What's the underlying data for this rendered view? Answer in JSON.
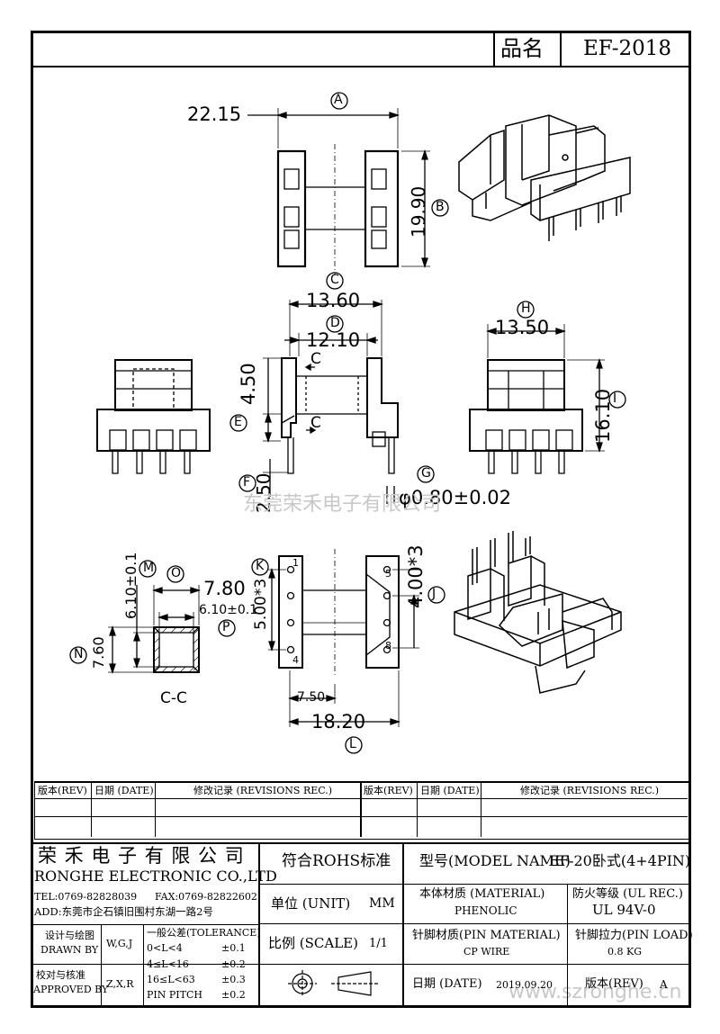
{
  "header": {
    "name_label": "品名",
    "part_no": "EF-2018"
  },
  "dims": {
    "A_val": "22.15",
    "A": "A",
    "B_val": "19.90",
    "B": "B",
    "C_val": "13.60",
    "C": "C",
    "D_val": "12.10",
    "D": "D",
    "E_val": "4.50",
    "E": "E",
    "F_val": "2.50",
    "F": "F",
    "G_val": "φ0.80±0.02",
    "G": "G",
    "H_val": "13.50",
    "H": "H",
    "I_val": "16.10",
    "I": "I",
    "J_val": "4.00*3",
    "J": "J",
    "K_val": "5.00*3",
    "K": "K",
    "L_val": "18.20",
    "L": "L",
    "L_sub": "7.50",
    "M_val": "6.10±0.1",
    "M": "M",
    "N_val": "7.60",
    "N": "N",
    "O_val": "7.80",
    "O": "O",
    "P_val": "6.10±0.1",
    "P": "P",
    "section": "C-C",
    "section_mark": "C",
    "pin1": "1",
    "pin4": "4",
    "pin5": "5",
    "pin8": "8"
  },
  "watermark": {
    "text1": "东莞荣禾电子有限公司",
    "text2": "www.szronghe.cn"
  },
  "revisions": {
    "col_rev": "版本(REV)",
    "col_date": "日期 (DATE)",
    "col_rec": "修改记录 (REVISIONS REC.)"
  },
  "title_block": {
    "company_cn": "荣 禾 电 子 有 限 公 司",
    "company_en": "RONGHE ELECTRONIC CO.,LTD",
    "tel": "TEL:0769-82828039",
    "fax": "FAX:0769-82822602",
    "add": "ADD:东莞市企石镇旧围村东湖一路2号",
    "rohs": "符合ROHS标准",
    "model_label": "型号(MODEL NAME)",
    "model_value": "EF-20卧式(4+4PIN)",
    "unit_label": "单位 (UNIT)",
    "unit_value": "MM",
    "material_label": "本体材质 (MATERIAL)",
    "material_value": "PHENOLIC",
    "ul_label": "防火等级 (UL REC.)",
    "ul_value": "UL 94V-0",
    "design_label": "设计与绘图",
    "drawn_label": "DRAWN BY",
    "drawn_value": "W,G,J",
    "tol_title": "一般公差(TOLERANCE)",
    "tol_r1": "0<L<4",
    "tol_v1": "±0.1",
    "tol_r2": "4≤L<16",
    "tol_v2": "±0.2",
    "tol_r3": "16≤L<63",
    "tol_v3": "±0.3",
    "tol_r4": "PIN PITCH",
    "tol_v4": "±0.2",
    "scale_label": "比例 (SCALE)",
    "scale_value": "1/1",
    "pin_mat_label": "针脚材质(PIN MATERIAL)",
    "pin_mat_value": "CP WIRE",
    "pin_load_label": "针脚拉力(PIN LOAD)",
    "pin_load_value": "0.8 KG",
    "check_label": "校对与核准",
    "approved_label": "APPROVED BY",
    "approved_value": "Z,X,R",
    "date_label": "日期 (DATE)",
    "date_value": "2019.09.20",
    "rev_label": "版本(REV)",
    "rev_value": "A"
  }
}
